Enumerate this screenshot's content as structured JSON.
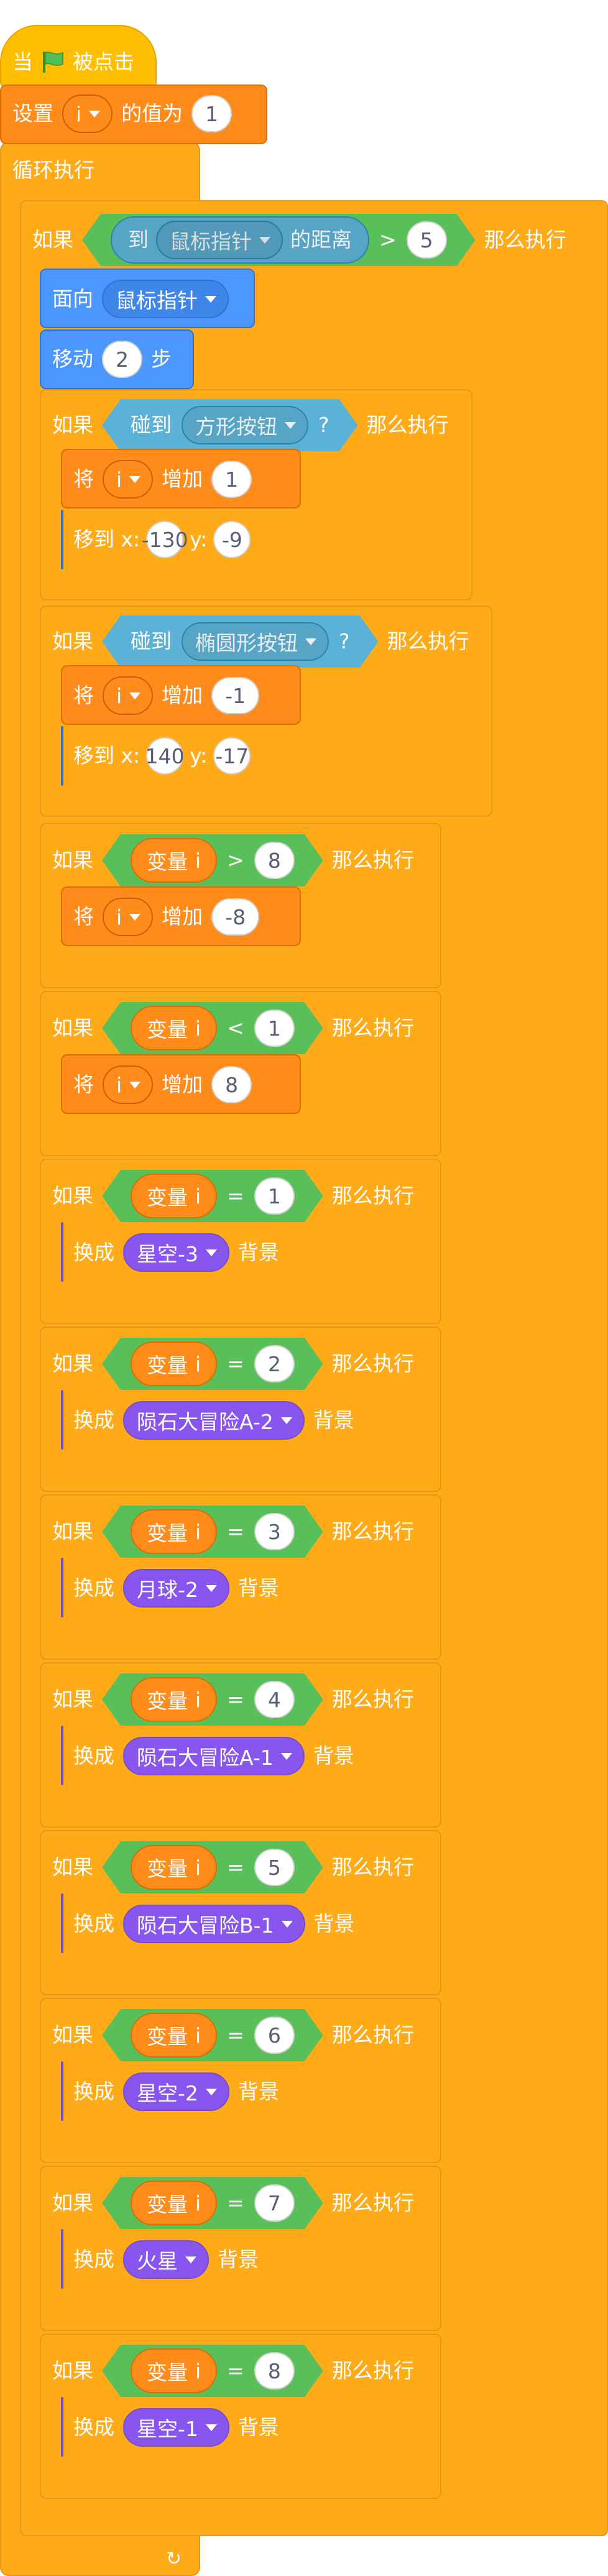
{
  "hat": {
    "when": "当",
    "clicked": "被点击"
  },
  "set_var": {
    "label": "设置",
    "var": "i",
    "to": "的值为",
    "value": "1"
  },
  "forever": {
    "label": "循环执行"
  },
  "words": {
    "if": "如果",
    "then": "那么执行",
    "change": "将",
    "increase": "增加",
    "goto_x": "移到 x:",
    "goto_y": "y:",
    "switch": "换成",
    "backdrop": "背景",
    "touching": "碰到",
    "question": "?",
    "var_prefix": "变量",
    "var_name": "i"
  },
  "distance_if": {
    "to": "到",
    "target": "鼠标指针",
    "distance": "的距离",
    "op": ">",
    "value": "5"
  },
  "point_towards": {
    "label": "面向",
    "target": "鼠标指针"
  },
  "move": {
    "label": "移动",
    "steps": "2",
    "unit": "步"
  },
  "touch_blocks": [
    {
      "sprite": "方形按钮",
      "change_by": "1",
      "x": "-130",
      "y": "-9"
    },
    {
      "sprite": "椭圆形按钮",
      "change_by": "-1",
      "x": "140",
      "y": "-17"
    }
  ],
  "compare_change": [
    {
      "op": ">",
      "value": "8",
      "change_by": "-8"
    },
    {
      "op": "<",
      "value": "1",
      "change_by": "8"
    }
  ],
  "backdrop_ifs": [
    {
      "op": "=",
      "value": "1",
      "backdrop": "星空-3"
    },
    {
      "op": "=",
      "value": "2",
      "backdrop": "陨石大冒险A-2"
    },
    {
      "op": "=",
      "value": "3",
      "backdrop": "月球-2"
    },
    {
      "op": "=",
      "value": "4",
      "backdrop": "陨石大冒险A-1"
    },
    {
      "op": "=",
      "value": "5",
      "backdrop": "陨石大冒险B-1"
    },
    {
      "op": "=",
      "value": "6",
      "backdrop": "星空-2"
    },
    {
      "op": "=",
      "value": "7",
      "backdrop": "火星"
    },
    {
      "op": "=",
      "value": "8",
      "backdrop": "星空-1"
    }
  ],
  "icons": {
    "flag": "green-flag-icon",
    "dropdown": "dropdown-arrow-icon",
    "loop": "loop-arrow-icon"
  },
  "colors": {
    "events": "#FFBF00",
    "control": "#FFAB19",
    "variables": "#FF8C1A",
    "motion": "#4C97FF",
    "sensing": "#5CB1D6",
    "looks": "#9966FF",
    "operators": "#59C059"
  }
}
